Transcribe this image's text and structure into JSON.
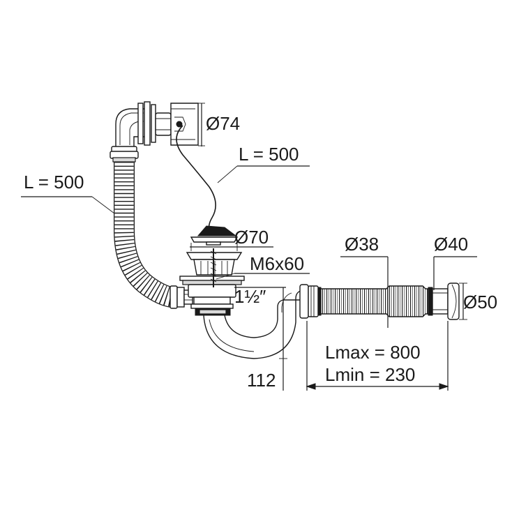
{
  "labels": {
    "overflow_diameter": "Ø74",
    "cable_length": "L = 500",
    "hose_length": "L = 500",
    "plug_diameter": "Ø70",
    "screw": "M6x60",
    "thread": "1½″",
    "height": "112",
    "corrugated_diameter_inner": "Ø38",
    "corrugated_diameter_outer": "Ø40",
    "outlet_diameter": "Ø50",
    "length_max": "Lmax = 800",
    "length_min": "Lmin = 230"
  },
  "colors": {
    "line": "#1a1a1a",
    "fill": "#ffffff",
    "shade": "#d9d9d9"
  }
}
